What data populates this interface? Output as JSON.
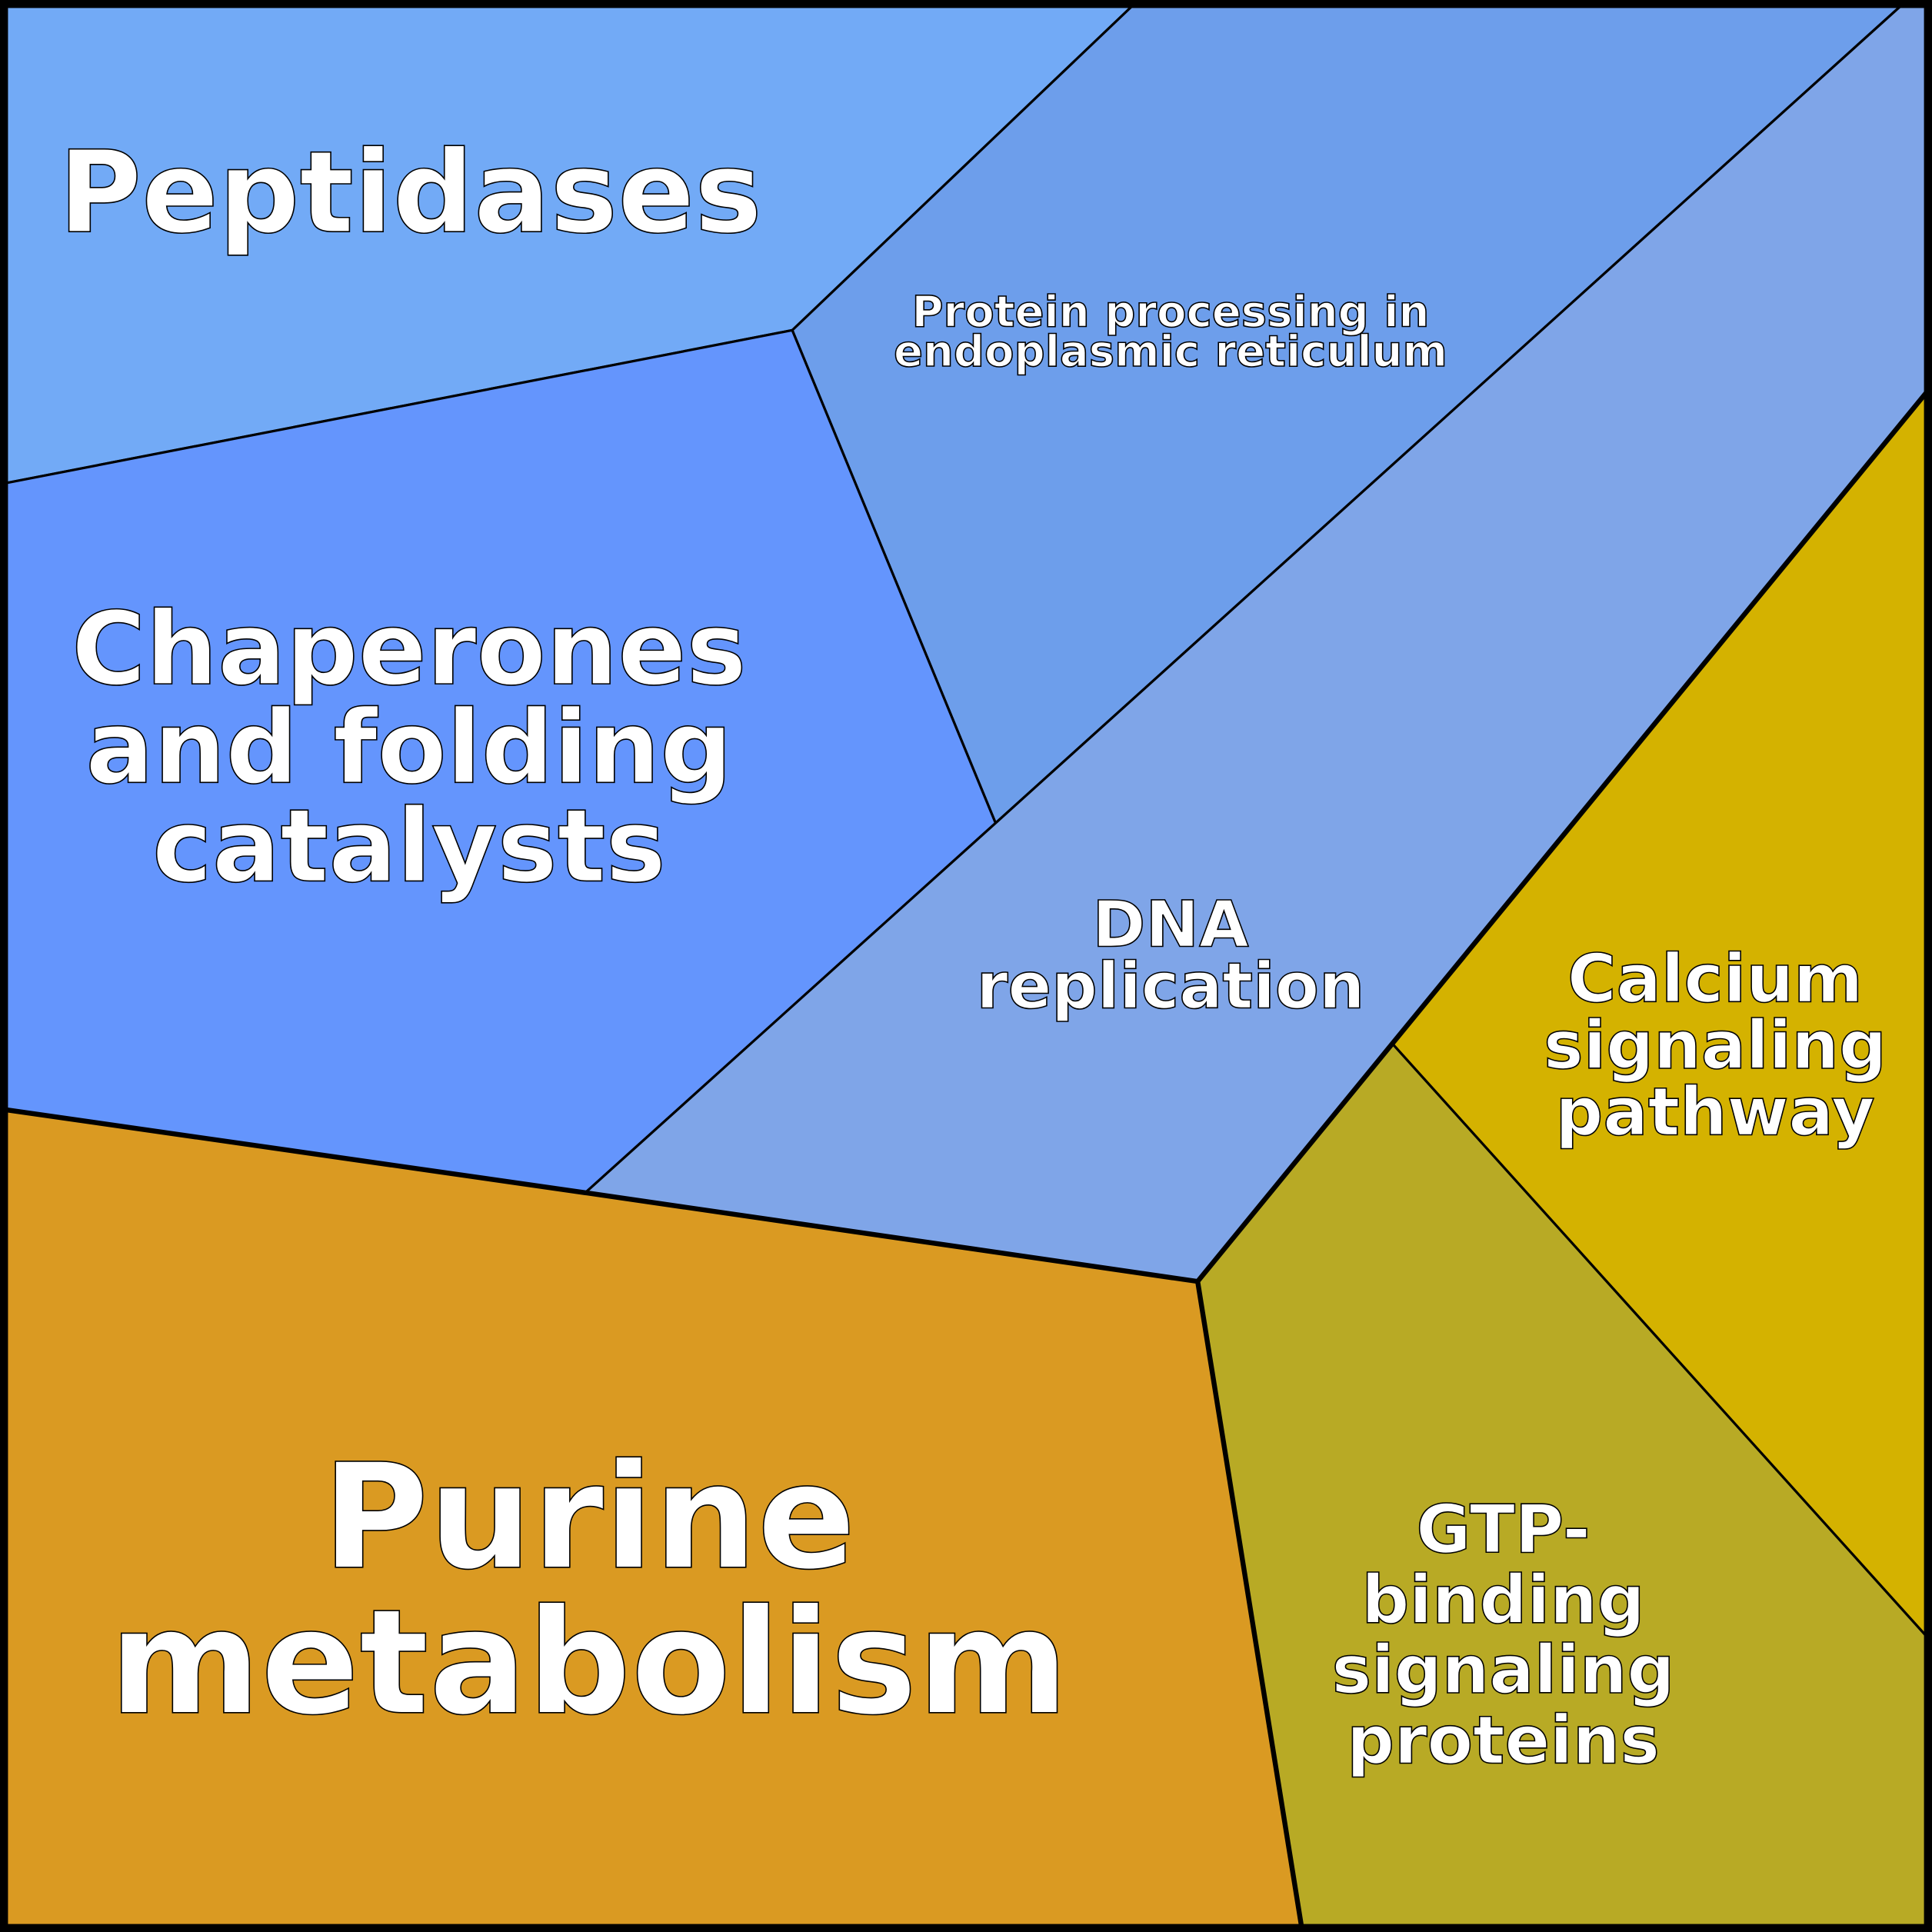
{
  "title": "Voronoi treemap of functional categories",
  "cells": [
    {
      "id": "peptidases",
      "lines": [
        "Peptidases"
      ],
      "color": "#72aaf6",
      "group": "blue"
    },
    {
      "id": "protein-processing",
      "lines": [
        "Protein processing in",
        "endoplasmic reticulum"
      ],
      "color": "#6d9eeb",
      "group": "blue"
    },
    {
      "id": "chaperones",
      "lines": [
        "Chaperones",
        "and folding",
        "catalysts"
      ],
      "color": "#6495fd",
      "group": "blue"
    },
    {
      "id": "dna-replication",
      "lines": [
        "DNA",
        "replication"
      ],
      "color": "#7fa5e8",
      "group": "blue"
    },
    {
      "id": "calcium-signaling",
      "lines": [
        "Calcium",
        "signaling",
        "pathway"
      ],
      "color": "#d4b200",
      "group": "yellow"
    },
    {
      "id": "gtp-binding",
      "lines": [
        "GTP-",
        "binding",
        "signaling",
        "proteins"
      ],
      "color": "#b8aa25",
      "group": "yellow"
    },
    {
      "id": "purine-metabolism",
      "lines": [
        "Purine",
        "metabolism"
      ],
      "color": "#da9a22",
      "group": "orange"
    }
  ]
}
